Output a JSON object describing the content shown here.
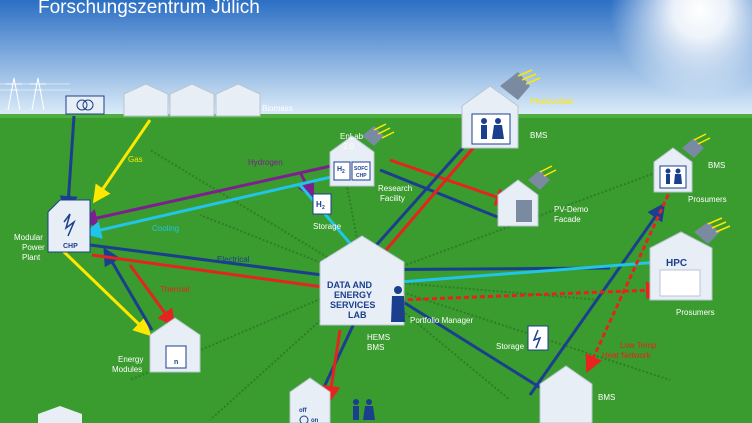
{
  "title": "Forschungszentrum Jülich",
  "labels": {
    "biomass": "Biomass",
    "photovoltaic": "Photovoltaic",
    "bms_top": "BMS",
    "bms_right": "BMS",
    "bms_bottom": "BMS",
    "enlab_line1": "EnLab",
    "enlab_line2": "2.0",
    "h2": "H",
    "h2_sub": "2",
    "sofc_line1": "SOFC",
    "sofc_line2": "CHP",
    "research_line1": "Research",
    "research_line2": "Facility",
    "storage_h2_symbol": "H",
    "storage_h2_sub": "2",
    "storage": "Storage",
    "pv_demo_line1": "PV-Demo",
    "pv_demo_line2": "Facade",
    "prosumers_top": "Prosumers",
    "prosumers_bottom": "Prosumers",
    "hpc": "HPC",
    "gas": "Gas",
    "hydrogen": "Hydrogen",
    "cooling": "Cooling",
    "electrical": "Electrical",
    "thermal": "Thermal",
    "chp_line1": "Modular",
    "chp_line2": "Power",
    "chp_line3": "Plant",
    "chp_box": "CHP",
    "lab_line1": "DATA AND",
    "lab_line2": "ENERGY",
    "lab_line3": "SERVICES",
    "lab_line4": "LAB",
    "portfolio_manager": "Portfolio Manager",
    "hems": "HEMS",
    "bms_center": "BMS",
    "energy_line1": "Energy",
    "energy_line2": "Modules",
    "module_n": "n",
    "storage_battery": "Storage",
    "low_temp_line1": "Low Temp.",
    "low_temp_line2": "Heat Network",
    "switch_off": "off",
    "switch_on": "on"
  },
  "colors": {
    "sky_top": "#2b6fc4",
    "sky_bottom": "#e4f2fb",
    "grass": "#3a9b2f",
    "gas": "#ffe800",
    "hydrogen": "#7d1f8f",
    "cooling": "#22c4e8",
    "electrical": "#1b3f8f",
    "thermal": "#e52420",
    "building": "#e8eef5"
  }
}
